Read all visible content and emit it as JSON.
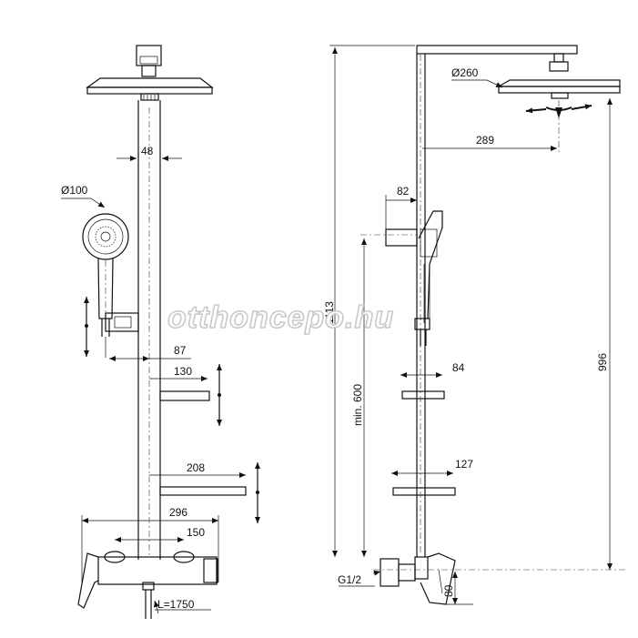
{
  "watermark": "otthoncepo.hu",
  "front_view": {
    "dim_pipe_width": "48",
    "dim_handshower_diameter": "Ø100",
    "dim_holder_offset": "87",
    "dim_small_shelf": "130",
    "dim_large_shelf": "208",
    "dim_mixer_overall": "296",
    "dim_mixer_centers": "150",
    "dim_hose_length": "L=1750"
  },
  "side_view": {
    "dim_overhead_diameter": "Ø260",
    "dim_arm_reach": "289",
    "dim_holder_depth": "82",
    "dim_total_height": "1113",
    "dim_min_height": "min. 600",
    "dim_small_shelf_depth": "84",
    "dim_large_shelf_depth": "127",
    "dim_shower_height": "996",
    "dim_connection": "G1/2",
    "dim_outlet_height": "80"
  }
}
